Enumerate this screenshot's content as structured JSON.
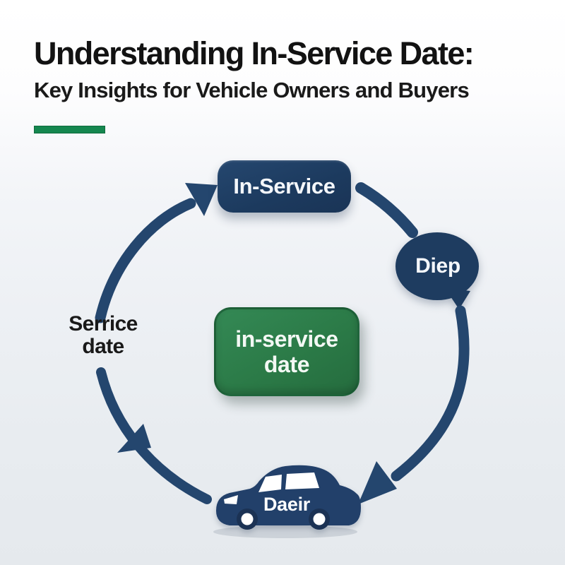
{
  "header": {
    "title": "Understanding In-Service Date:",
    "subtitle": "Key Insights for Vehicle Owners and Buyers"
  },
  "diagram": {
    "top_node_label": "In-Service",
    "bubble_label": "Diep",
    "left_label_line1": "Serrice",
    "left_label_line2": "date",
    "center_label_line1": "in-service",
    "center_label_line2": "date",
    "car_label": "Daeir"
  },
  "colors": {
    "navy": "#1e3c60",
    "arc_navy": "#24466e",
    "green_box": "#2b7a47",
    "accent_green": "#15874f",
    "title_text": "#121212",
    "background_bottom": "#e5e9ed"
  }
}
